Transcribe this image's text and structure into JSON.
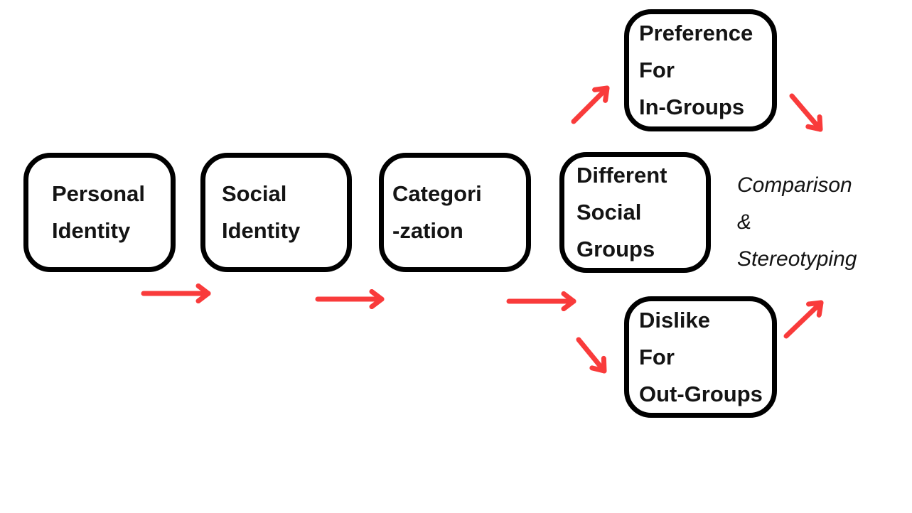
{
  "colors": {
    "arrow": "#f93b3b",
    "node_border": "#000000",
    "text": "#141414",
    "background": "#ffffff"
  },
  "diagram": {
    "nodes": [
      {
        "id": "personal-identity",
        "lines": [
          "Personal",
          "Identity"
        ]
      },
      {
        "id": "social-identity",
        "lines": [
          "Social",
          "Identity"
        ]
      },
      {
        "id": "categorization",
        "lines": [
          "Categori",
          "-zation"
        ]
      },
      {
        "id": "different-social-groups",
        "lines": [
          "Different",
          "Social",
          "Groups"
        ]
      },
      {
        "id": "preference-for-in-groups",
        "lines": [
          "Preference",
          "For",
          "In-Groups"
        ]
      },
      {
        "id": "dislike-for-out-groups",
        "lines": [
          "Dislike",
          "For",
          "Out-Groups"
        ]
      }
    ],
    "outcome_label": {
      "lines": [
        "Comparison",
        "&",
        "Stereotyping"
      ]
    }
  }
}
